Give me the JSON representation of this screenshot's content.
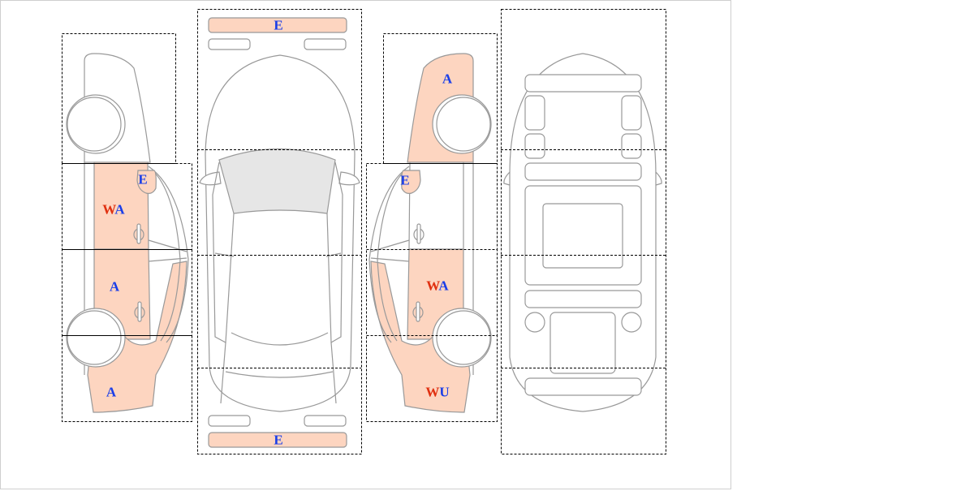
{
  "colors": {
    "damaged_fill": "#fdd5c0",
    "outline": "#999999",
    "code_w": "#e03010",
    "code_other": "#1a3ee8",
    "glass": "#e6e6e6"
  },
  "views": {
    "top": {
      "front_bumper": "E",
      "rear_bumper": "E"
    },
    "left_side": {
      "mirror": "E",
      "front_door": [
        "W",
        "A"
      ],
      "rear_door": [
        "A"
      ],
      "rear_quarter": [
        "A"
      ]
    },
    "right_side": {
      "front_fender": [
        "A"
      ],
      "mirror": "E",
      "rear_door": [
        "W",
        "A"
      ],
      "rear_quarter": [
        "W",
        "U"
      ]
    }
  }
}
